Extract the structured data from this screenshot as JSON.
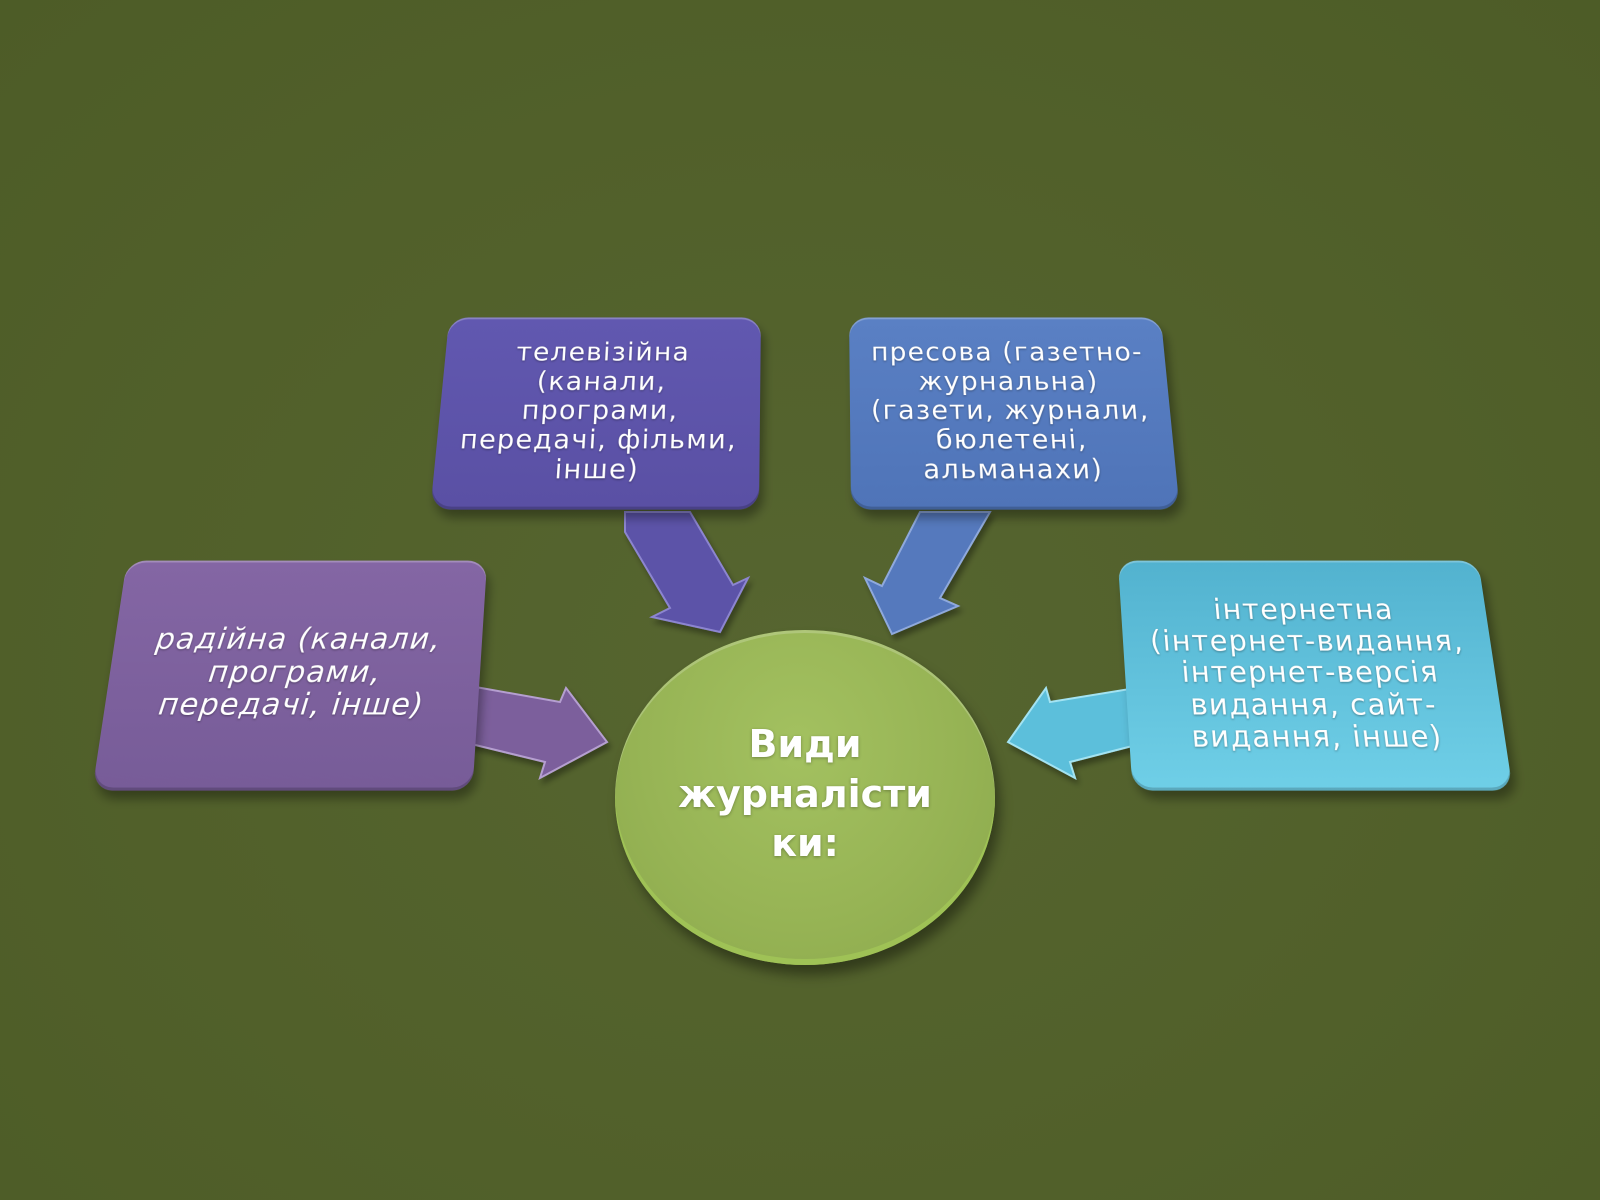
{
  "diagram": {
    "center_label": "Види\nжурналісти\nки:",
    "nodes": [
      {
        "id": "tv",
        "label": "телевізійна\n(канали, програми,\nпередачі, фільми,\nінше)"
      },
      {
        "id": "press",
        "label": "пресова (газетно-\nжурнальна)\n(газети, журнали,\nбюлетені,\nальманахи)"
      },
      {
        "id": "radio",
        "label": "радійна (канали,\nпрограми,\nпередачі, інше)"
      },
      {
        "id": "internet",
        "label": "інтернетна\n(інтернет-видання,\nінтернет-версія\nвидання, сайт-\nвидання, інше)"
      }
    ]
  },
  "colors": {
    "background": "#52612a",
    "tv": "#5c52a8",
    "press": "#5479bd",
    "radio": "#7c5f9c",
    "internet": "#5cbfdb",
    "center": "#9ab657"
  }
}
